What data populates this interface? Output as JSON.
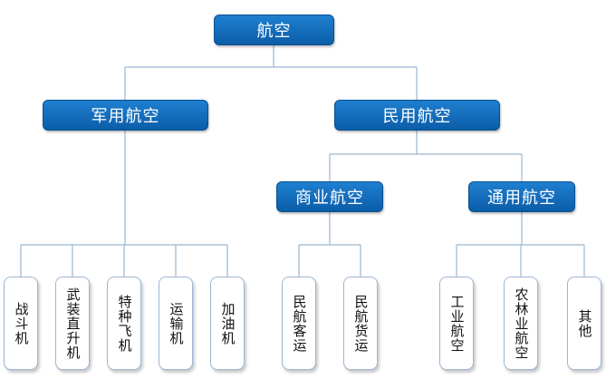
{
  "root": {
    "label": "航空"
  },
  "level1": [
    {
      "label": "军用航空"
    },
    {
      "label": "民用航空"
    }
  ],
  "level2": [
    {
      "label": "商业航空"
    },
    {
      "label": "通用航空"
    }
  ],
  "leaves": [
    {
      "label": "战斗机"
    },
    {
      "label": "武装直升机"
    },
    {
      "label": "特种飞机"
    },
    {
      "label": "运输机"
    },
    {
      "label": "加油机"
    },
    {
      "label": "民航客运"
    },
    {
      "label": "民航货运"
    },
    {
      "label": "工业航空"
    },
    {
      "label": "农林业航空"
    },
    {
      "label": "其他"
    }
  ],
  "colors": {
    "node": "#0b5da8",
    "line": "#9ab6cf",
    "leaf_border": "#9bb7d6"
  }
}
